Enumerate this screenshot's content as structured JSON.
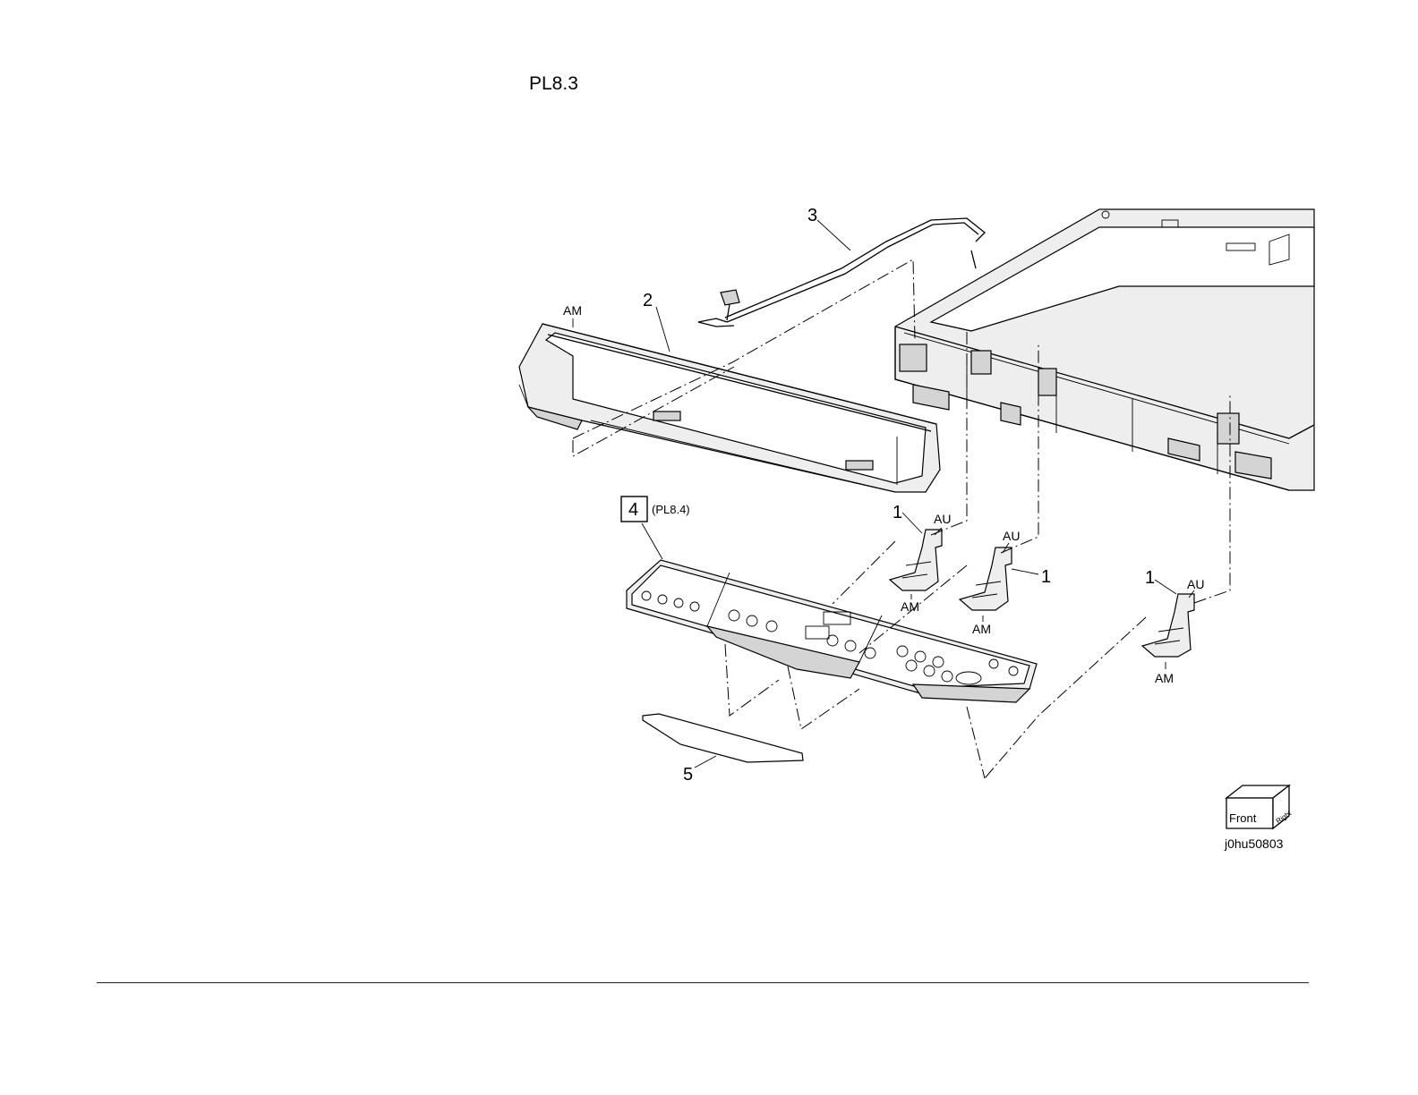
{
  "page_title": "PL8.3",
  "figure_id": "j0hu50803",
  "callouts": {
    "item_1": "1",
    "item_2": "2",
    "item_3": "3",
    "item_4": "4",
    "item_4_ref": "(PL8.4)",
    "item_5": "5"
  },
  "codes": {
    "am": "AM",
    "au": "AU"
  },
  "orientation_cube": {
    "front": "Front",
    "right": "Right"
  }
}
